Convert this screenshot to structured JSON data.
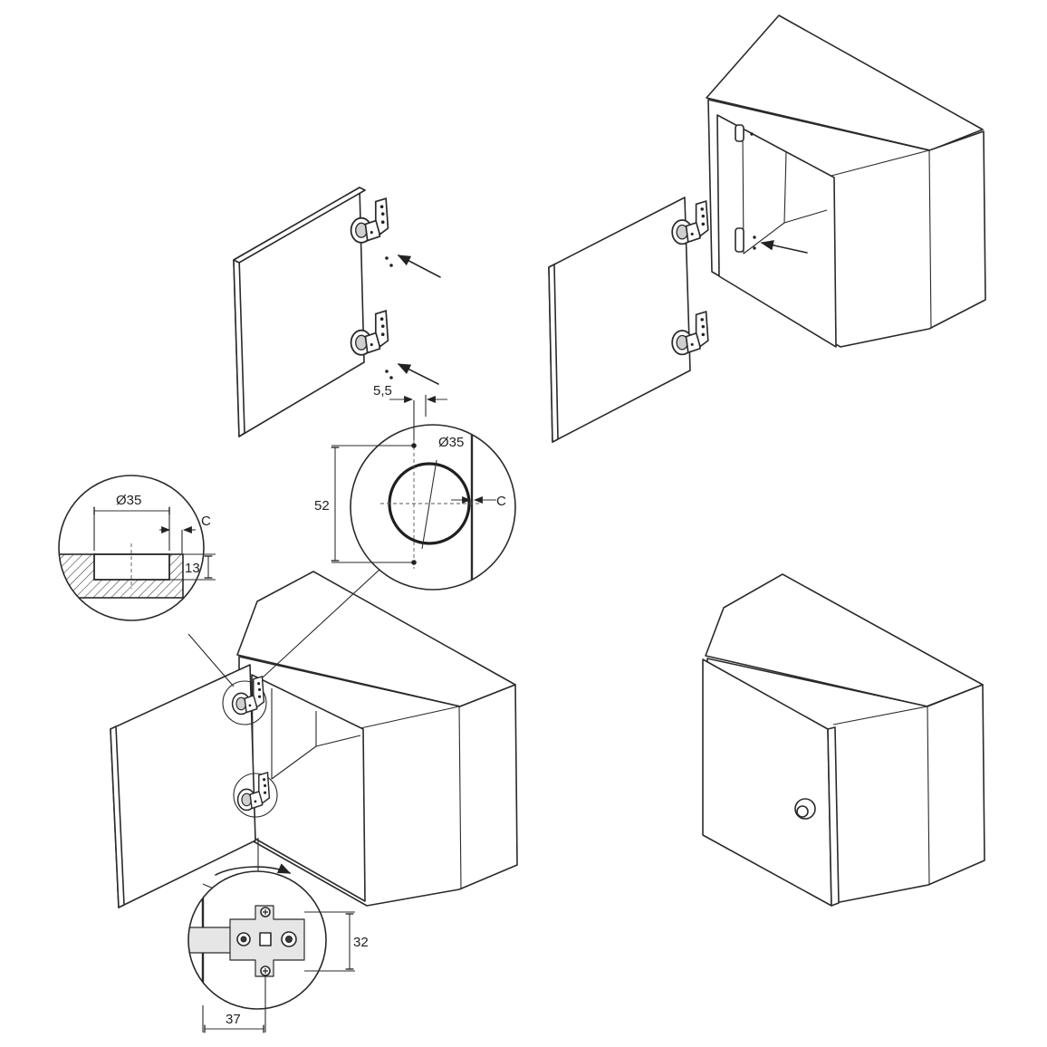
{
  "labels": {
    "offset_55": "5,5",
    "dia_35_top": "Ø35",
    "dia_35_side": "Ø35",
    "edge_c_top": "C",
    "edge_c_side": "C",
    "spacing_52": "52",
    "depth_13": "13",
    "plate_32": "32",
    "plate_37": "37"
  }
}
